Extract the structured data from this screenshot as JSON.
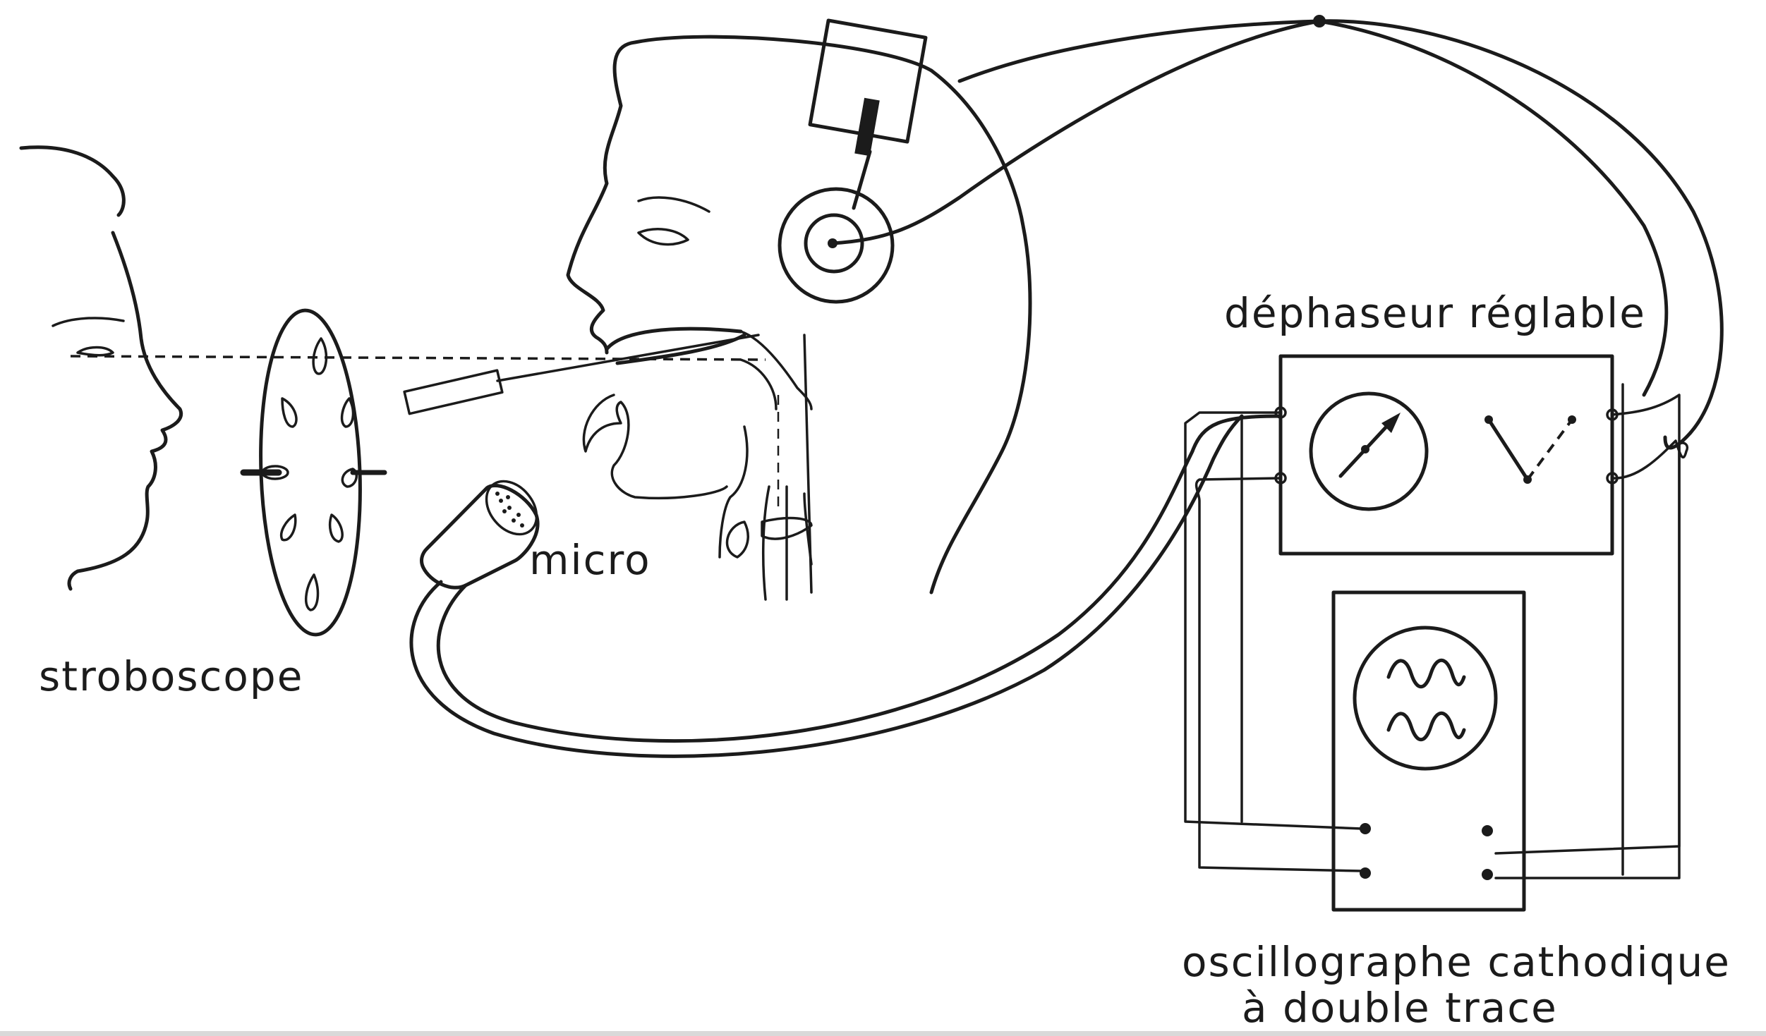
{
  "diagram": {
    "labels": {
      "stroboscope": "stroboscope",
      "micro": "micro",
      "dephaseur": "déphaseur réglable",
      "oscillographe_line1": "oscillographe cathodique",
      "oscillographe_line2": "à double trace"
    },
    "colors": {
      "ink": "#1b1b1b",
      "paper": "#ffffff"
    }
  }
}
